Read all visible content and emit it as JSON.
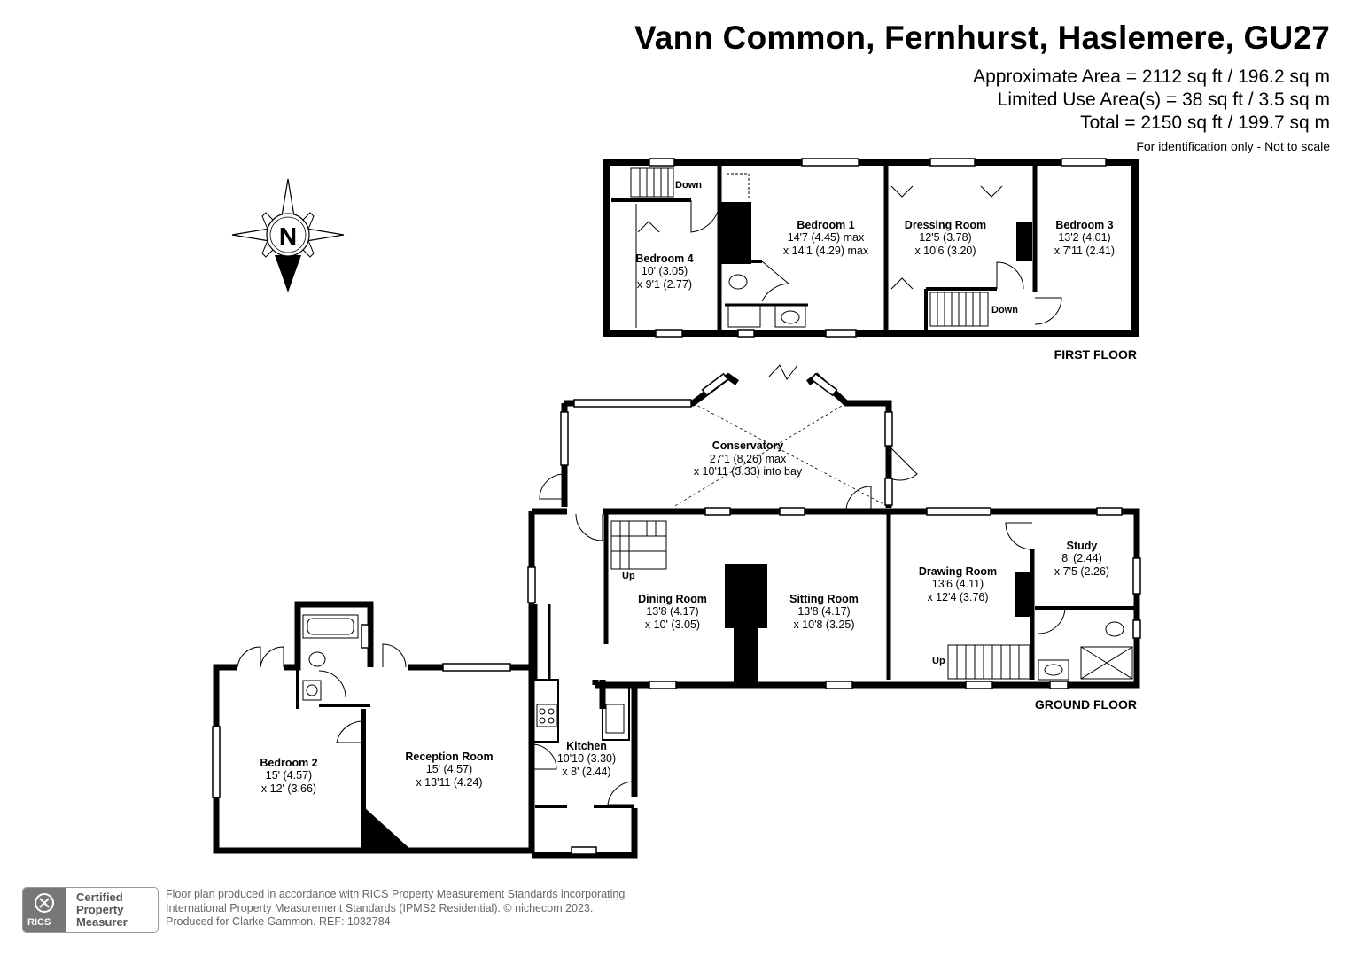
{
  "header": {
    "title": "Vann Common, Fernhurst, Haslemere, GU27",
    "area_lines": [
      "Approximate Area = 2112 sq ft / 196.2 sq m",
      "Limited Use Area(s) = 38 sq ft / 3.5 sq m",
      "Total = 2150 sq ft / 199.7 sq m"
    ],
    "note": "For identification only - Not to scale"
  },
  "compass": {
    "label": "N"
  },
  "floors": {
    "first": {
      "label": "FIRST FLOOR",
      "rooms": [
        {
          "name": "Bedroom 4",
          "dims": [
            "10' (3.05)",
            "x 9'1 (2.77)"
          ]
        },
        {
          "name": "Bedroom 1",
          "dims": [
            "14'7 (4.45) max",
            "x 14'1 (4.29) max"
          ]
        },
        {
          "name": "Dressing Room",
          "dims": [
            "12'5 (3.78)",
            "x 10'6 (3.20)"
          ]
        },
        {
          "name": "Bedroom 3",
          "dims": [
            "13'2 (4.01)",
            "x 7'11 (2.41)"
          ]
        }
      ],
      "stair_labels": [
        "Down",
        "Down"
      ]
    },
    "ground": {
      "label": "GROUND FLOOR",
      "rooms": [
        {
          "name": "Conservatory",
          "dims": [
            "27'1 (8.26) max",
            "x 10'11 (3.33) into bay"
          ]
        },
        {
          "name": "Dining Room",
          "dims": [
            "13'8 (4.17)",
            "x 10' (3.05)"
          ]
        },
        {
          "name": "Sitting Room",
          "dims": [
            "13'8 (4.17)",
            "x 10'8 (3.25)"
          ]
        },
        {
          "name": "Drawing Room",
          "dims": [
            "13'6 (4.11)",
            "x 12'4 (3.76)"
          ]
        },
        {
          "name": "Study",
          "dims": [
            "8' (2.44)",
            "x 7'5 (2.26)"
          ]
        },
        {
          "name": "Bedroom 2",
          "dims": [
            "15' (4.57)",
            "x 12' (3.66)"
          ]
        },
        {
          "name": "Reception Room",
          "dims": [
            "15' (4.57)",
            "x 13'11 (4.24)"
          ]
        },
        {
          "name": "Kitchen",
          "dims": [
            "10'10 (3.30)",
            "x 8' (2.44)"
          ]
        }
      ],
      "stair_labels": [
        "Up",
        "Up"
      ]
    }
  },
  "footer": {
    "badge_logo_text": "RICS",
    "badge_text": "Certified\nProperty\nMeasurer",
    "lines": [
      "Floor plan produced in accordance with RICS Property Measurement Standards incorporating",
      "International Property Measurement Standards (IPMS2 Residential).   © nichecom 2023.",
      "Produced for Clarke Gammon.   REF: 1032784"
    ]
  }
}
